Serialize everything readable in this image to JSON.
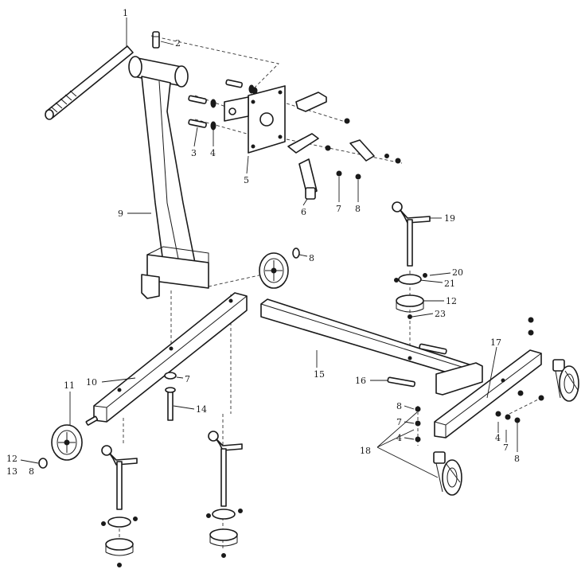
{
  "callouts": {
    "c1": "1",
    "c2": "2",
    "c3": "3",
    "c4a": "4",
    "c5": "5",
    "c6": "6",
    "c7a": "7",
    "c8a": "8",
    "c9": "9",
    "c8b": "8",
    "c19": "19",
    "c20": "20",
    "c21": "21",
    "c12a": "12",
    "c23": "23",
    "c7b": "7",
    "c10": "10",
    "c14": "14",
    "c11": "11",
    "c12b": "12",
    "c13": "13",
    "c8c": "8",
    "c15": "15",
    "c16": "16",
    "c17": "17",
    "c18": "18",
    "c8d": "8",
    "c7c": "7",
    "c4b": "4",
    "c4c": "4",
    "c7d": "7",
    "c8e": "8"
  }
}
